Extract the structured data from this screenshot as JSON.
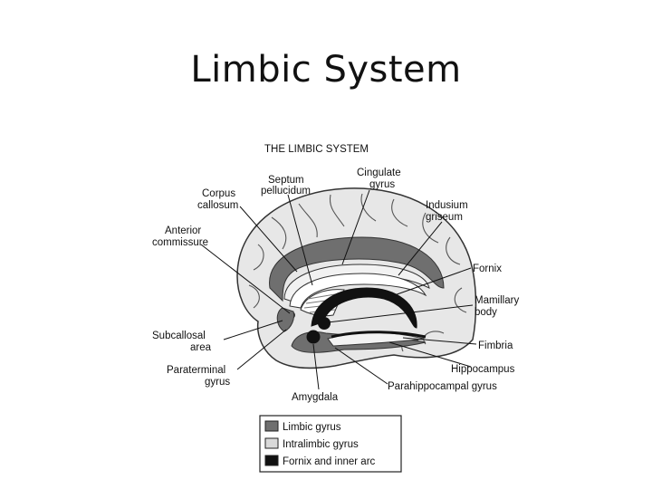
{
  "slide": {
    "title": "Limbic System"
  },
  "diagram": {
    "heading": "THE LIMBIC SYSTEM",
    "labels": {
      "septum_1": "Septum",
      "septum_2": "pellucidum",
      "cingulate_1": "Cingulate",
      "cingulate_2": "gyrus",
      "corpus_1": "Corpus",
      "corpus_2": "callosum",
      "indusium_1": "Indusium",
      "indusium_2": "griseum",
      "anterior_1": "Anterior",
      "anterior_2": "commissure",
      "fornix": "Fornix",
      "mamillary_1": "Mamillary",
      "mamillary_2": "body",
      "subcallosal_1": "Subcallosal",
      "subcallosal_2": "area",
      "fimbria": "Fimbria",
      "hippocampus": "Hippocampus",
      "paraterminal_1": "Paraterminal",
      "paraterminal_2": "gyrus",
      "parahippocampal": "Parahippocampal gyrus",
      "amygdala": "Amygdala"
    },
    "legend": [
      {
        "label": "Limbic gyrus",
        "color": "#6f6f6f"
      },
      {
        "label": "Intralimbic gyrus",
        "color": "#d9d9d9"
      },
      {
        "label": "Fornix and inner arc",
        "color": "#111111"
      }
    ]
  }
}
